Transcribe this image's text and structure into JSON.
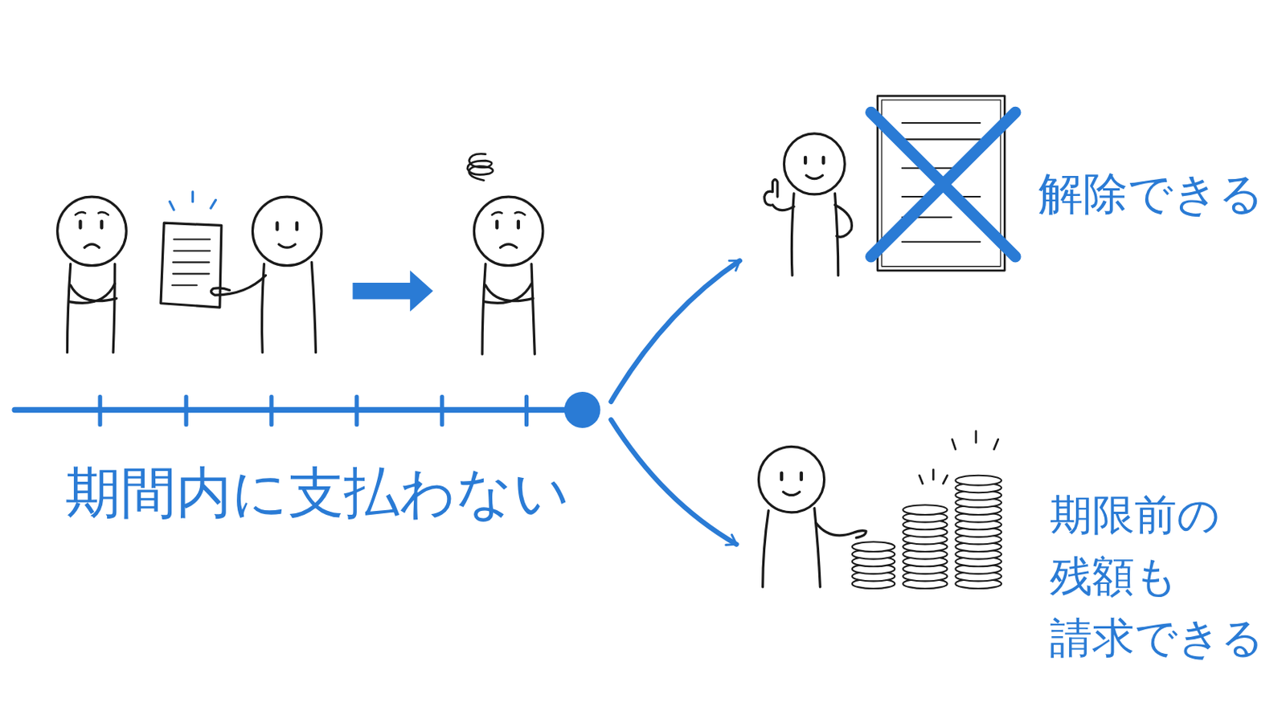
{
  "diagram": {
    "labels": [
      "期間内に支払わない",
      "解除できる",
      "期限前の 残額も 請求できる"
    ]
  }
}
